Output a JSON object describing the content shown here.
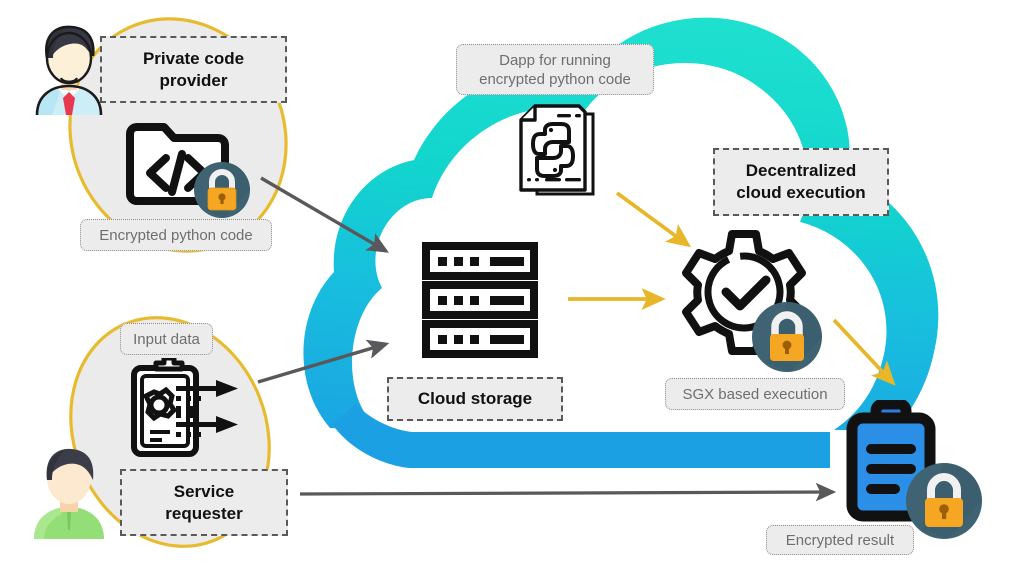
{
  "diagram": {
    "title": "Decentralized confidential cloud execution pipeline",
    "colors": {
      "cloud_top": "#19dbcf",
      "cloud_bottom": "#1aa3e0",
      "ellipse_stroke": "#e8bb2e",
      "ellipse_fill": "#ebebeb",
      "arrow_gray": "#59595b",
      "arrow_gold": "#eab game",
      "label_fill": "#ececec",
      "label_dash_stroke": "#595959",
      "label_dot_stroke": "#8d8d8d",
      "lock_orange": "#f5a623",
      "clipboard_blue": "#2b8fe8"
    }
  },
  "labels": {
    "private_code_provider": "Private code\nprovider",
    "encrypted_python_code": "Encrypted python code",
    "dapp_for_running": "Dapp for running\nencrypted python code",
    "decentralized_cloud_execution": "Decentralized\ncloud execution",
    "cloud_storage": "Cloud storage",
    "sgx_based_execution": "SGX based execution",
    "input_data": "Input data",
    "service_requester": "Service\nrequester",
    "encrypted_result": "Encrypted result"
  },
  "icons": {
    "provider_avatar": "businessman-avatar-icon",
    "requester_avatar": "person-avatar-icon",
    "code_folder": "code-folder-lock-icon",
    "python_file": "python-file-icon",
    "server_rack": "server-rack-icon",
    "gear_check": "gear-check-lock-icon",
    "clipboard_arrows": "clipboard-data-flow-icon",
    "clipboard_result": "clipboard-result-lock-icon",
    "lock_badge": "padlock-icon"
  },
  "arrows": [
    {
      "name": "code-to-cloud-storage",
      "color": "#59595b",
      "from": "encrypted python code",
      "to": "cloud storage"
    },
    {
      "name": "input-data-to-cloud-storage",
      "color": "#59595b",
      "from": "input data",
      "to": "cloud storage"
    },
    {
      "name": "dapp-to-sgx-execution",
      "color": "#e8b629",
      "from": "dapp python file",
      "to": "sgx based execution"
    },
    {
      "name": "cloud-storage-to-sgx-execution",
      "color": "#e8b629",
      "from": "cloud storage",
      "to": "sgx based execution"
    },
    {
      "name": "sgx-execution-to-encrypted-result",
      "color": "#e8b629",
      "from": "sgx based execution",
      "to": "encrypted result"
    },
    {
      "name": "service-requester-to-encrypted-result",
      "color": "#59595b",
      "from": "service requester",
      "to": "encrypted result"
    }
  ]
}
